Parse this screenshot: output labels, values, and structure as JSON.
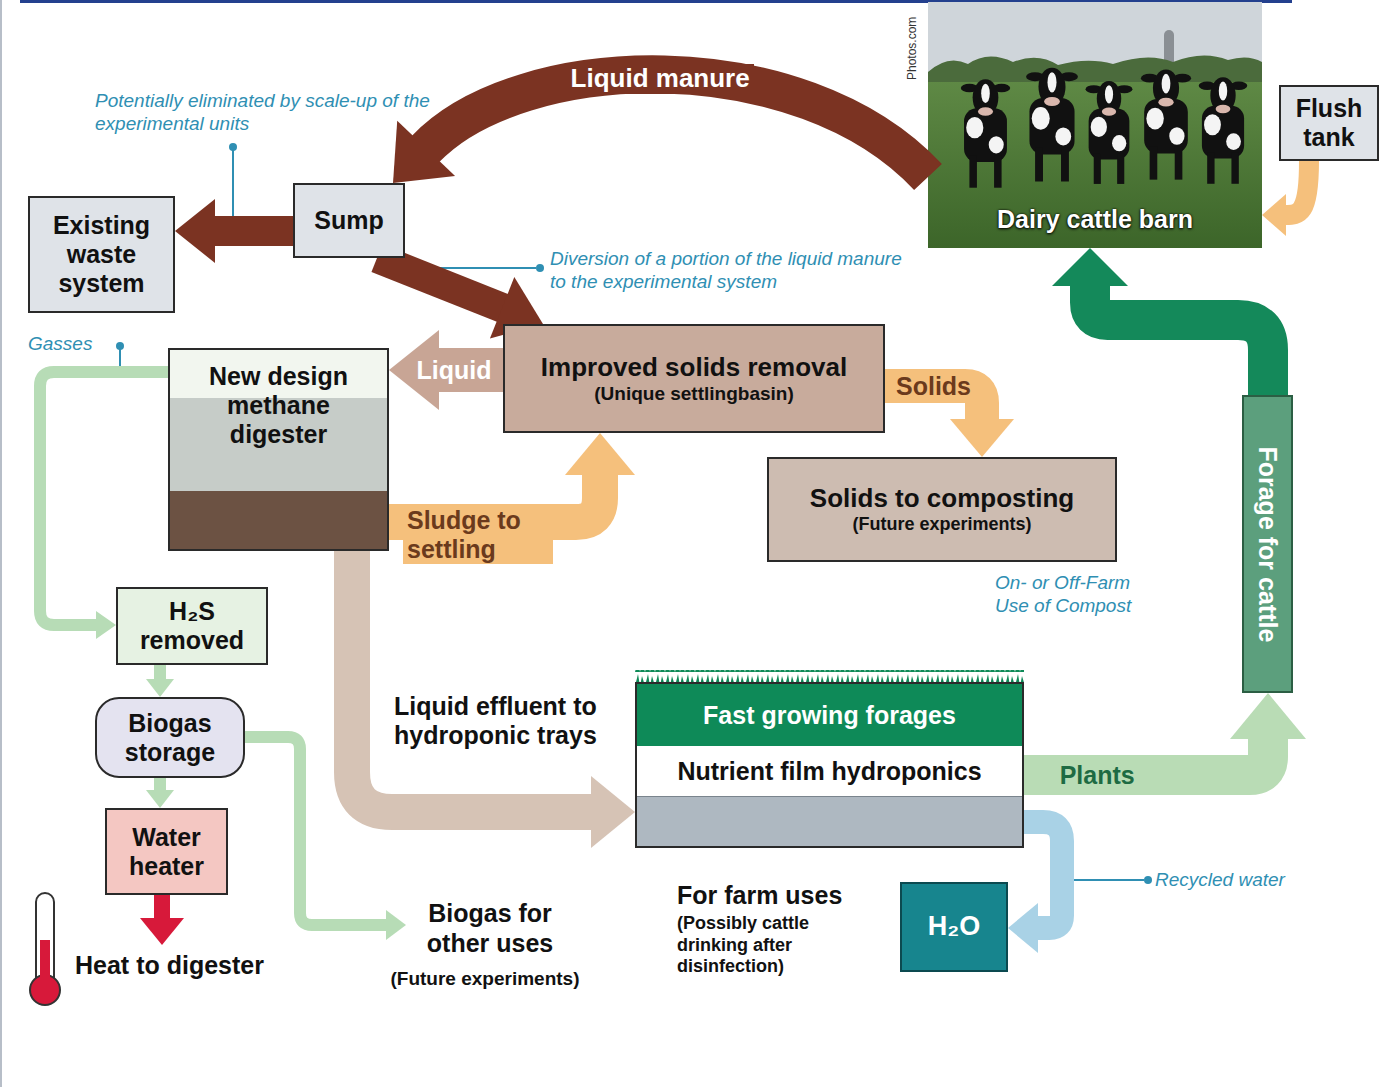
{
  "diagram": {
    "nodes": [
      {
        "text": [
          "Flush tank"
        ]
      },
      {
        "text": [
          "Dairy cattle barn"
        ]
      },
      {
        "text": [
          "Sump"
        ]
      },
      {
        "text": [
          "Existing waste system"
        ]
      },
      {
        "text": [
          "New design methane digester"
        ]
      },
      {
        "text": [
          "Improved solids removal",
          "(Unique settlingbasin)"
        ]
      },
      {
        "text": [
          "Solids to composting",
          "(Future experiments)"
        ]
      },
      {
        "text": [
          "H₂S removed"
        ]
      },
      {
        "text": [
          "Biogas storage"
        ]
      },
      {
        "text": [
          "Water heater"
        ]
      },
      {
        "text": [
          "Fast growing forages",
          "Nutrient film hydroponics"
        ]
      },
      {
        "text": [
          "Forage for cattle"
        ]
      },
      {
        "text": [
          "H₂O"
        ]
      }
    ],
    "edges": [
      {
        "from": 1,
        "to": 2,
        "label": "Liquid manure",
        "arrow": "to"
      },
      {
        "from": 0,
        "to": 1,
        "arrow": "to"
      },
      {
        "from": 2,
        "to": 3,
        "arrow": "to"
      },
      {
        "from": 2,
        "to": 5,
        "arrow": "to"
      },
      {
        "from": 5,
        "to": 4,
        "label": "Liquid",
        "arrow": "to"
      },
      {
        "from": 5,
        "to": 6,
        "label": "Solids",
        "arrow": "to"
      },
      {
        "from": 4,
        "to": 5,
        "label": "Sludge to settling",
        "arrow": "to"
      },
      {
        "from": 4,
        "to": 7,
        "arrow": "to"
      },
      {
        "from": 7,
        "to": 8,
        "arrow": "to"
      },
      {
        "from": 8,
        "to": 9,
        "arrow": "to"
      },
      {
        "from": 4,
        "to": 10,
        "label": "Liquid effluent to hydroponic trays",
        "arrow": "to"
      },
      {
        "from": 10,
        "to": 11,
        "label": "Plants",
        "arrow": "to"
      },
      {
        "from": 11,
        "to": 1,
        "arrow": "to"
      },
      {
        "from": 10,
        "to": 12,
        "arrow": "to"
      }
    ],
    "labels": [
      "Potentially eliminated by scale-up of the experimental units",
      "Diversion of a portion of the liquid manure to the experimental system",
      "Gasses",
      "On- or Off-Farm Use of Compost",
      "Recycled water",
      "Heat to digester",
      "Biogas for other uses",
      "(Future experiments)",
      "For farm uses",
      "(Possibly cattle drinking after disinfection)",
      "Photos.com"
    ]
  }
}
